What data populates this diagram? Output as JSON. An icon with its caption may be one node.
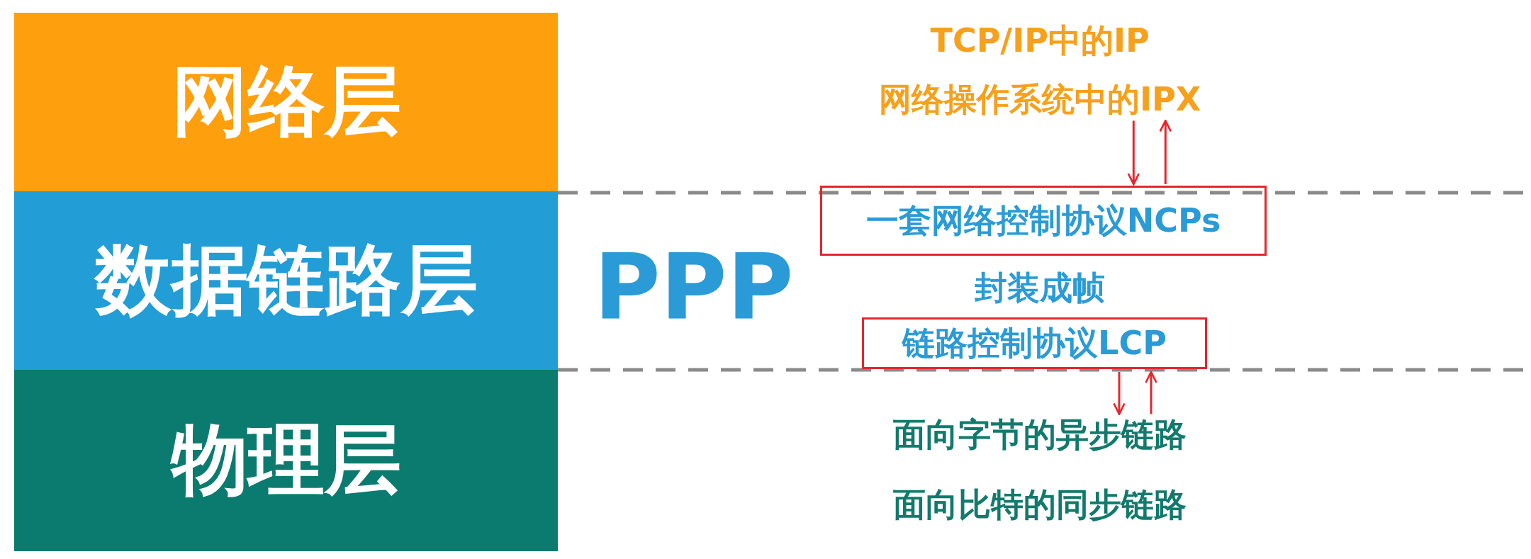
{
  "diagram": {
    "nodes": [
      {
        "text": [
          "网络层"
        ]
      },
      {
        "text": [
          "数据链路层"
        ]
      },
      {
        "text": [
          "物理层"
        ]
      },
      {
        "text": [
          "网络操作系统中的IPX"
        ]
      },
      {
        "text": [
          "一套网络控制协议NCPs"
        ]
      },
      {
        "text": [
          "链路控制协议LCP"
        ]
      },
      {
        "text": [
          "面向字节的异步链路"
        ]
      }
    ],
    "edges": [
      {
        "from": 3,
        "to": 4,
        "arrow": "to"
      },
      {
        "from": 4,
        "to": 3,
        "arrow": "to"
      },
      {
        "from": 5,
        "to": 6,
        "arrow": "to"
      },
      {
        "from": 6,
        "to": 5,
        "arrow": "to"
      }
    ],
    "labels": [
      "TCP/IP中的IP",
      "PPP",
      "封装成帧",
      "面向比特的同步链路"
    ]
  }
}
